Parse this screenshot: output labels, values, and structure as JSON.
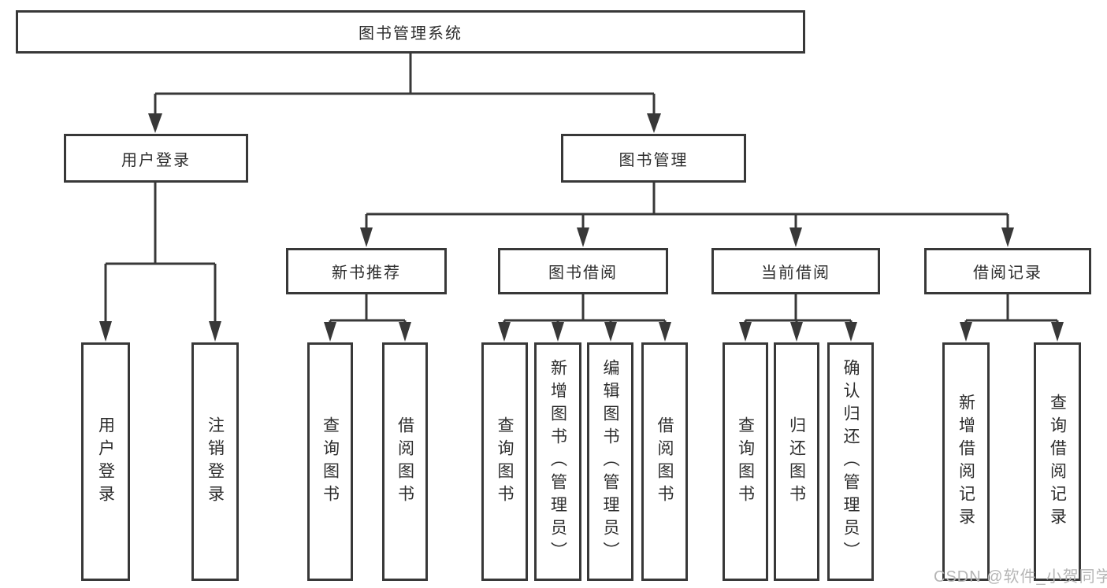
{
  "title": "图书管理系统",
  "colors": {
    "line": "#383838",
    "text": "#2d2d2d",
    "box_background": "#ffffff",
    "watermark": "#b5b5b5"
  },
  "nodes": {
    "root": {
      "label": "图书管理系统"
    },
    "user_login": {
      "label": "用户登录"
    },
    "book_management": {
      "label": "图书管理"
    },
    "new_book_recommend": {
      "label": "新书推荐"
    },
    "book_borrowing": {
      "label": "图书借阅"
    },
    "current_borrowing": {
      "label": "当前借阅"
    },
    "borrowing_records": {
      "label": "借阅记录"
    }
  },
  "leaves": [
    {
      "parent": "用户登录",
      "label": "用户登录"
    },
    {
      "parent": "用户登录",
      "label": "注销登录"
    },
    {
      "parent": "新书推荐",
      "label": "查询图书"
    },
    {
      "parent": "新书推荐",
      "label": "借阅图书"
    },
    {
      "parent": "图书借阅",
      "label": "查询图书"
    },
    {
      "parent": "图书借阅",
      "label": "新增图书（管理员）"
    },
    {
      "parent": "图书借阅",
      "label": "编辑图书（管理员）"
    },
    {
      "parent": "图书借阅",
      "label": "借阅图书"
    },
    {
      "parent": "当前借阅",
      "label": "查询图书"
    },
    {
      "parent": "当前借阅",
      "label": "归还图书"
    },
    {
      "parent": "当前借阅",
      "label": "确认归还（管理员）"
    },
    {
      "parent": "借阅记录",
      "label": "新增借阅记录"
    },
    {
      "parent": "借阅记录",
      "label": "查询借阅记录"
    }
  ],
  "watermark": "CSDN @软件_小贺同学"
}
